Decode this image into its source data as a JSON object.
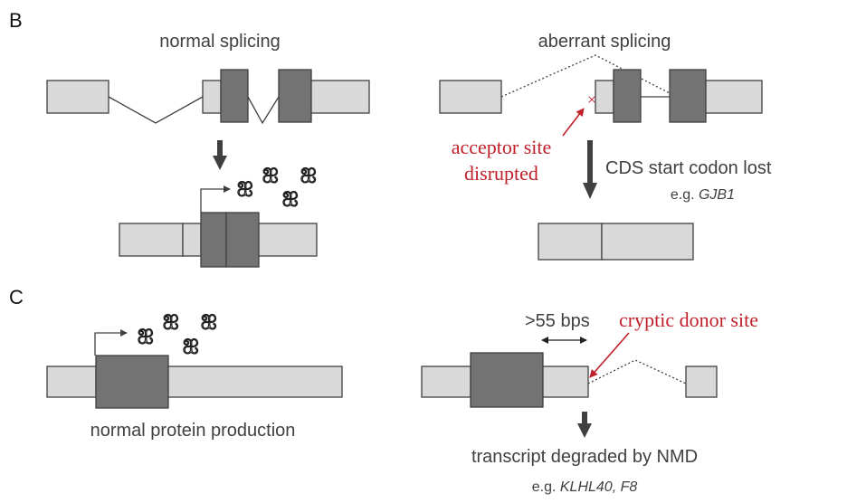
{
  "panels": {
    "b": "B",
    "c": "C"
  },
  "labels": {
    "normal_splicing": "normal splicing",
    "aberrant_splicing": "aberrant splicing",
    "acceptor_line1": "acceptor site",
    "acceptor_line2": "disrupted",
    "cds_lost": "CDS start codon lost",
    "eg_prefix_1": "e.g. ",
    "gene_1": "GJB1",
    "normal_protein": "normal protein production",
    "bps": ">55 bps",
    "cryptic_donor": "cryptic donor site",
    "nmd": "transcript degraded by NMD",
    "eg_prefix_2": "e.g. ",
    "gene_2": "KLHL40, F8",
    "x_mark": "×"
  },
  "icons": [
    "protein-squiggle-icon",
    "transcription-start-arrow-icon",
    "down-arrow-icon",
    "red-pointer-arrow-icon"
  ],
  "colors": {
    "light_exon": "#d9d9d9",
    "dark_exon": "#737373",
    "outline": "#404040",
    "highlight_red": "#c0202a"
  }
}
